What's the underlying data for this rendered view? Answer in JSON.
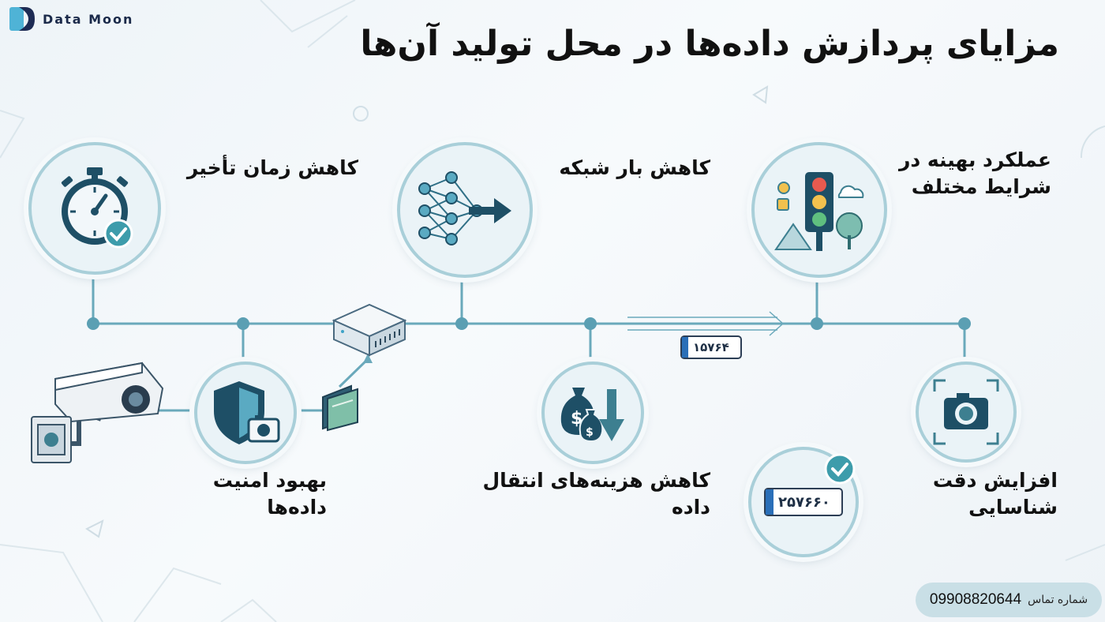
{
  "brand": {
    "name": "Data Moon"
  },
  "title": "مزایای پردازش داده‌ها در محل تولید آن‌ها",
  "benefits": {
    "latency": "کاهش زمان تأخیر",
    "network": "کاهش بار شبکه",
    "performance_line1": "عملکرد بهینه در",
    "performance_line2": "شرایط مختلف",
    "security": "بهبود امنیت داده‌ها",
    "cost": "کاهش هزینه‌های انتقال داده",
    "accuracy": "افزایش دقت شناسایی"
  },
  "plates": {
    "small": "۱۵۷۶۴",
    "large": "۲۵۷۶۶۰"
  },
  "contact": {
    "label": "شماره تماس",
    "number": "09908820644"
  },
  "colors": {
    "accent": "#5b9fb3",
    "dark": "#1e4f66",
    "line": "#6aa9bb"
  }
}
